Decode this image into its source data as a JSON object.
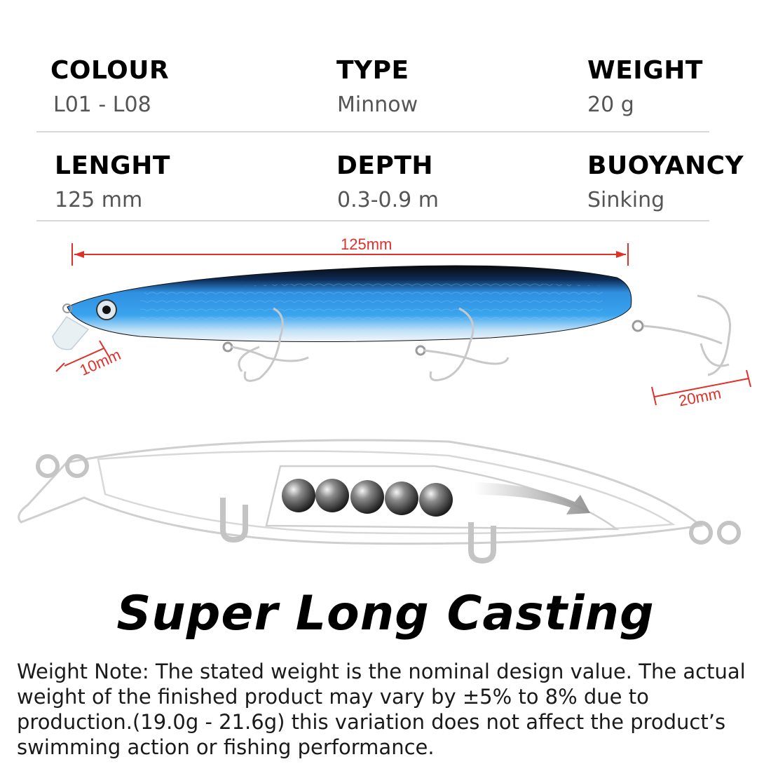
{
  "specs": [
    {
      "label": "COLOUR",
      "value": "L01 - L08"
    },
    {
      "label": "TYPE",
      "value": "Minnow"
    },
    {
      "label": "WEIGHT",
      "value": "20 g"
    },
    {
      "label": "LENGHT",
      "value": "125 mm"
    },
    {
      "label": "DEPTH",
      "value": "0.3-0.9 m"
    },
    {
      "label": "BUOYANCY",
      "value": "Sinking"
    }
  ],
  "dimensions": {
    "body_length": "125mm",
    "lip_length": "10mm",
    "hook_length": "20mm"
  },
  "headline": "Super Long Casting",
  "weight_note": "Weight Note: The stated weight is the nominal design value. The actual weight of the finished product may vary by ±5% to 8% due to production.(19.0g - 21.6g) this variation does not affect the product’s swimming action or fishing performance.",
  "colors": {
    "dimension_red": "#e0302a",
    "lure_blue": "#2f8fe0",
    "lure_back": "#0a0a0a",
    "outline_grey": "#cfcfcf"
  }
}
